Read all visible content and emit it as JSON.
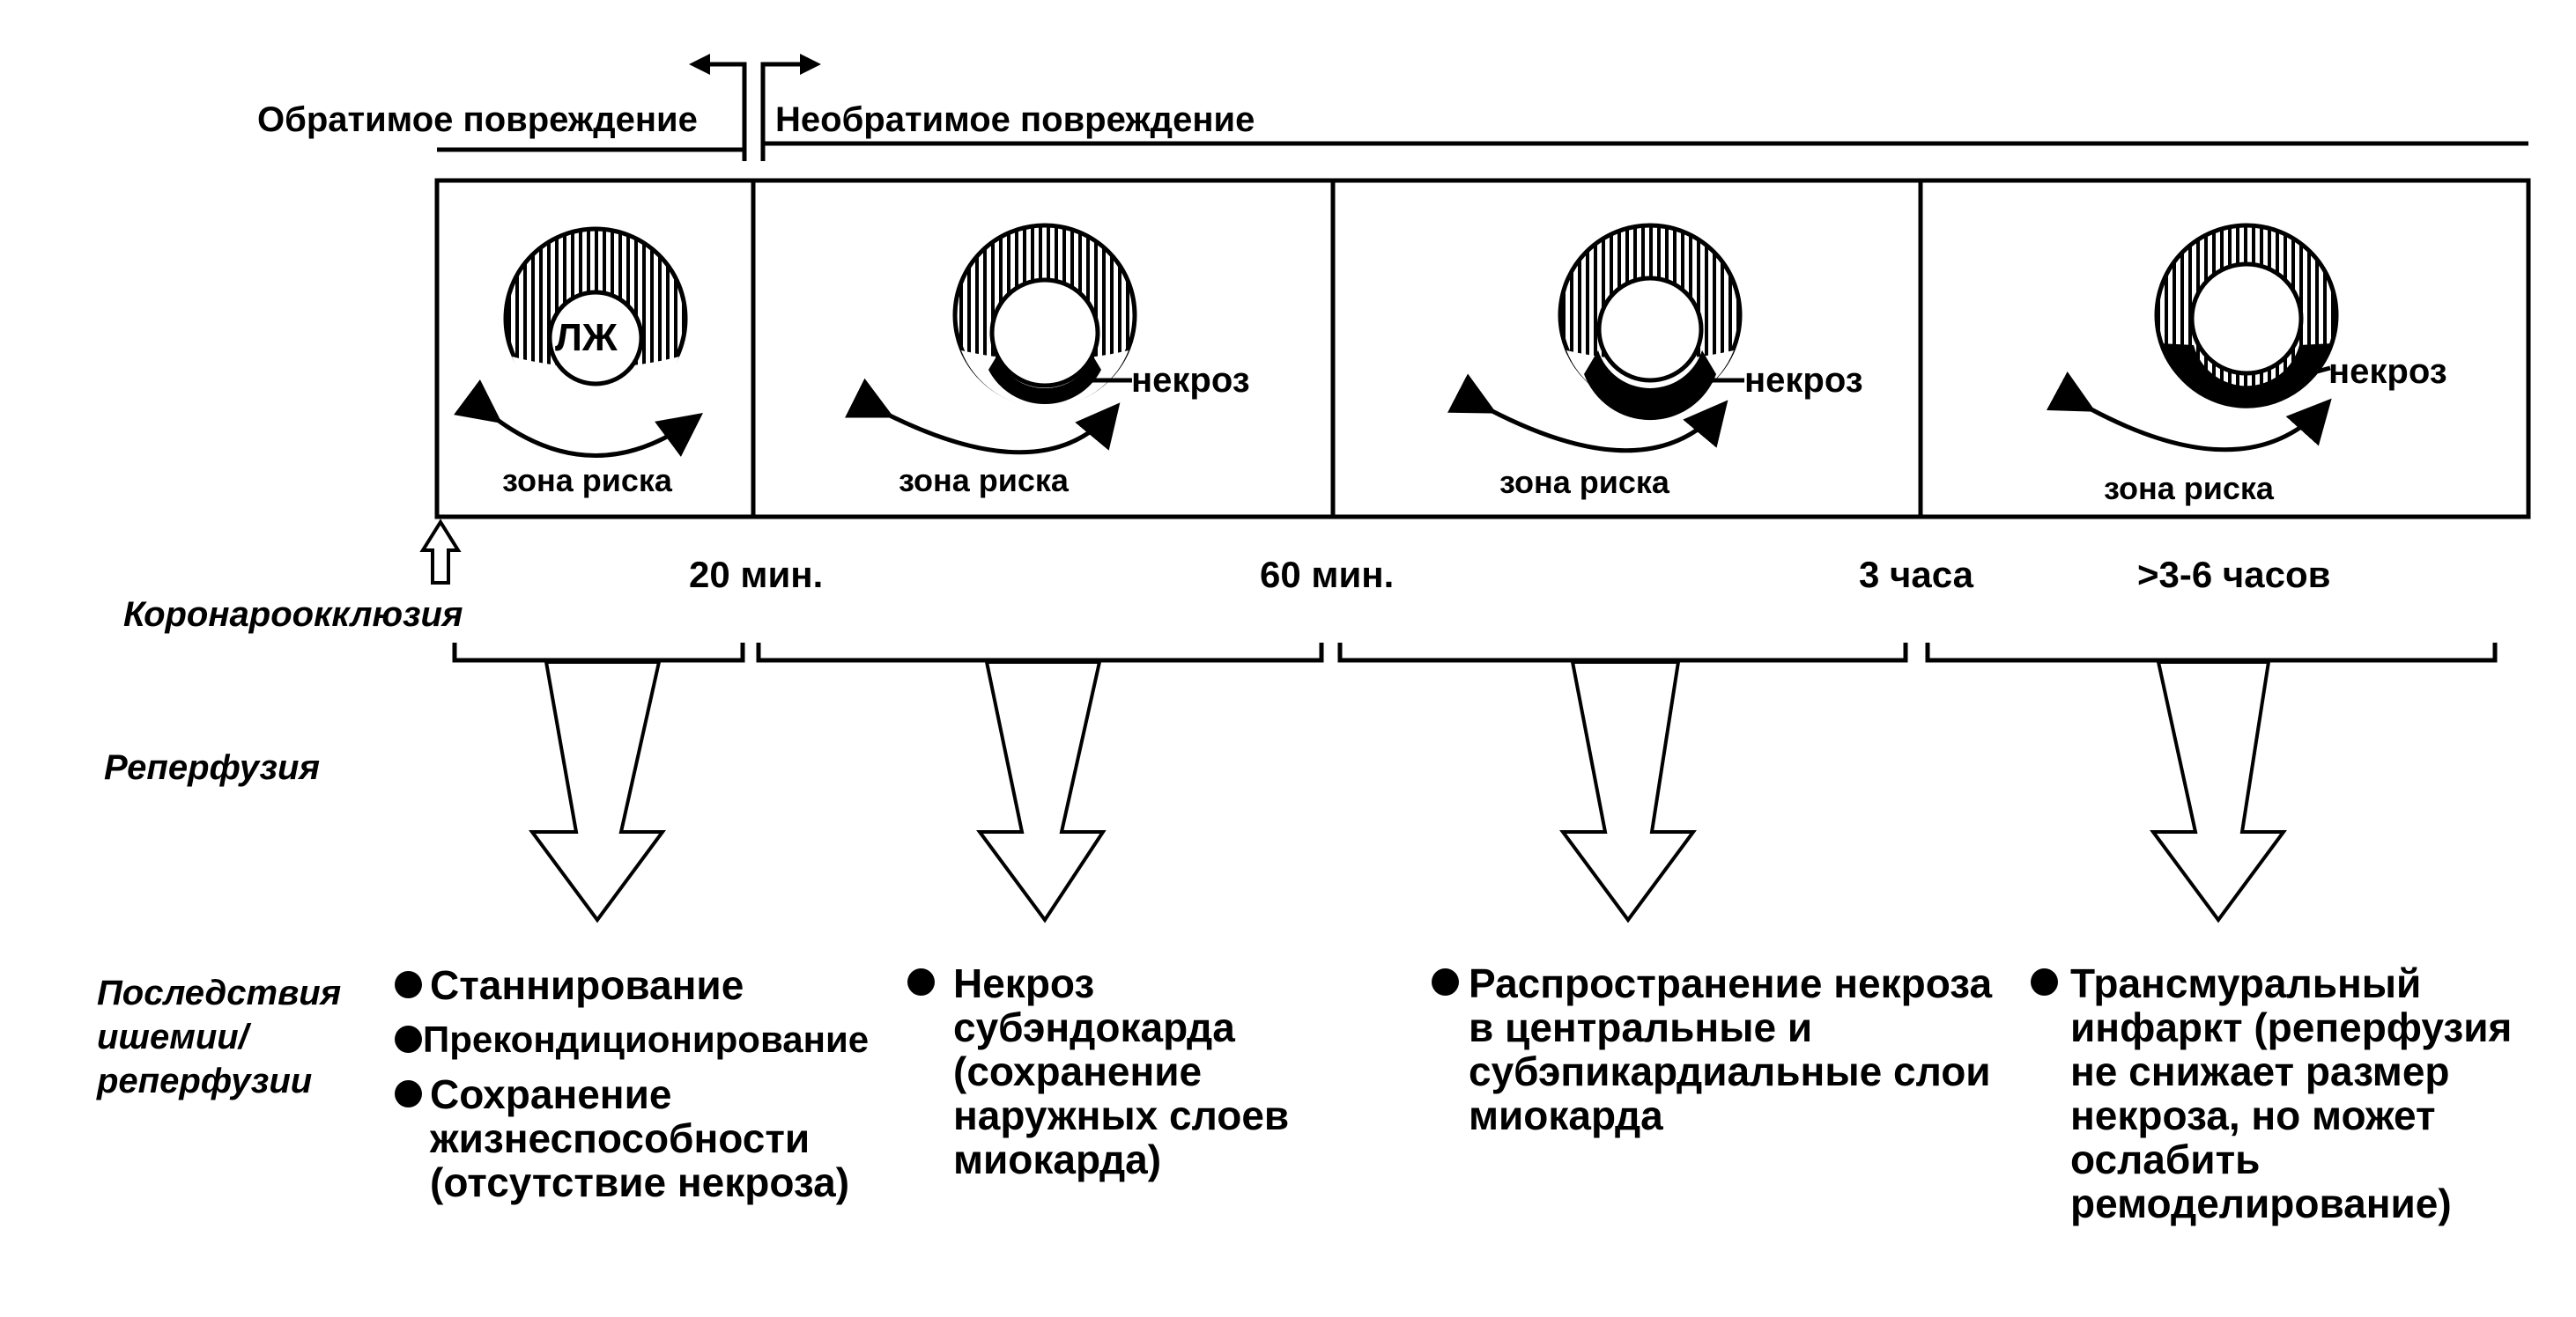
{
  "header": {
    "reversible": "Обратимое повреждение",
    "irreversible": "Необратимое повреждение"
  },
  "panels": [
    {
      "center_label": "ЛЖ",
      "zone_label": "зона риска"
    },
    {
      "necrosis_label": "некроз",
      "zone_label": "зона риска"
    },
    {
      "necrosis_label": "некроз",
      "zone_label": "зона риска"
    },
    {
      "necrosis_label": "некроз",
      "zone_label": "зона риска"
    }
  ],
  "timeline": {
    "t1": "20 мин.",
    "t2": "60 мин.",
    "t3": "3 часа",
    "t4": ">3-6 часов"
  },
  "side_labels": {
    "occlusion": "Коронароокклюзия",
    "reperfusion": "Реперфузия",
    "consequences_line1": "Последствия",
    "consequences_line2": "ишемии/",
    "consequences_line3": "реперфузии"
  },
  "consequences": [
    {
      "items": [
        "Станнирование",
        "Прекондиционирование",
        "Сохранение жизнеспособности (отсутствие некроза)"
      ]
    },
    {
      "items": [
        "Некроз субэндокарда (сохранение наружных слоев миокарда)"
      ]
    },
    {
      "items": [
        "Распространение некроза в центральные и субэпикардиальные слои миокарда"
      ]
    },
    {
      "items": [
        "Трансмуральный инфаркт (реперфузия не снижает размер некроза, но может ослабить ремоделирование)"
      ]
    }
  ],
  "colors": {
    "ink": "#000000",
    "background": "#ffffff"
  }
}
